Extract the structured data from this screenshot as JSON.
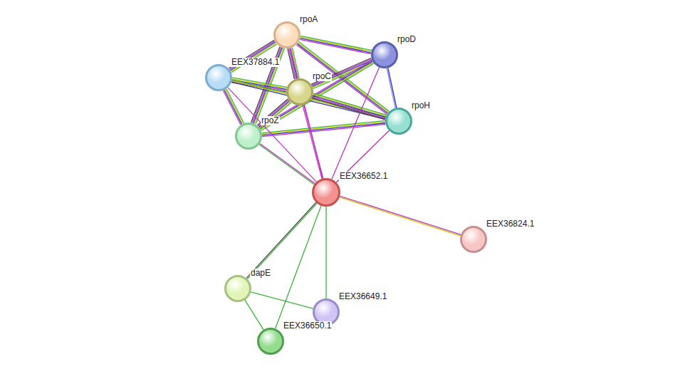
{
  "diagram": {
    "nodes": [
      {
        "text": [
          "rpoA"
        ]
      },
      {
        "text": [
          "rpoD"
        ]
      },
      {
        "text": [
          "EEX37884.1"
        ]
      },
      {
        "text": [
          "rpoC"
        ]
      },
      {
        "text": [
          "rpoZ"
        ]
      },
      {
        "text": [
          "rpoH"
        ]
      },
      {
        "text": [
          "EEX36652.1"
        ]
      },
      {
        "text": [
          "EEX36824.1"
        ]
      },
      {
        "text": [
          "dapE"
        ]
      },
      {
        "text": [
          "EEX36649.1"
        ]
      },
      {
        "text": [
          "EEX36650.1"
        ]
      }
    ],
    "edges": [
      {
        "from": 0,
        "to": 1,
        "arrow": "none"
      },
      {
        "from": 0,
        "to": 2,
        "arrow": "none"
      },
      {
        "from": 0,
        "to": 3,
        "arrow": "none"
      },
      {
        "from": 0,
        "to": 4,
        "arrow": "none"
      },
      {
        "from": 0,
        "to": 5,
        "arrow": "none"
      },
      {
        "from": 1,
        "to": 3,
        "arrow": "none"
      },
      {
        "from": 1,
        "to": 4,
        "arrow": "none"
      },
      {
        "from": 1,
        "to": 5,
        "arrow": "none"
      },
      {
        "from": 2,
        "to": 3,
        "arrow": "none"
      },
      {
        "from": 2,
        "to": 4,
        "arrow": "none"
      },
      {
        "from": 2,
        "to": 5,
        "arrow": "none"
      },
      {
        "from": 3,
        "to": 4,
        "arrow": "none"
      },
      {
        "from": 3,
        "to": 5,
        "arrow": "none"
      },
      {
        "from": 4,
        "to": 5,
        "arrow": "none"
      },
      {
        "from": 6,
        "to": 0,
        "arrow": "none"
      },
      {
        "from": 6,
        "to": 1,
        "arrow": "none"
      },
      {
        "from": 6,
        "to": 3,
        "arrow": "none"
      },
      {
        "from": 6,
        "to": 5,
        "arrow": "none"
      },
      {
        "from": 6,
        "to": 4,
        "arrow": "none"
      },
      {
        "from": 6,
        "to": 2,
        "arrow": "none"
      },
      {
        "from": 6,
        "to": 7,
        "arrow": "none"
      },
      {
        "from": 6,
        "to": 8,
        "arrow": "none"
      },
      {
        "from": 6,
        "to": 9,
        "arrow": "none"
      },
      {
        "from": 6,
        "to": 10,
        "arrow": "none"
      },
      {
        "from": 8,
        "to": 9,
        "arrow": "none"
      },
      {
        "from": 8,
        "to": 10,
        "arrow": "none"
      }
    ]
  }
}
